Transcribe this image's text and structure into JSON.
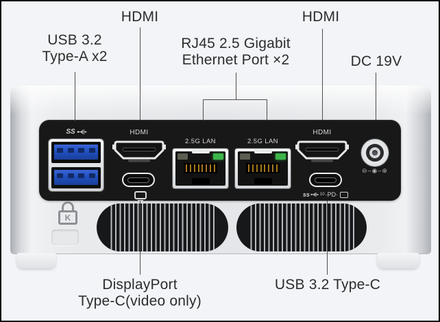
{
  "title": "Mini PC rear I/O ports diagram",
  "colors": {
    "background": "#f2f4f8",
    "panel_black": "#181818",
    "chassis_silver": "#e6e8ea",
    "usb_blue": "#2050c0",
    "lan_led_green": "#3cb54a",
    "callout_text": "#2d2d2d",
    "port_label_text": "#d6d6d6",
    "leader_line": "#4d4d4d"
  },
  "callouts": {
    "usb_a": {
      "line1": "USB 3.2",
      "line2": "Type-A x2"
    },
    "hdmi_left": {
      "label": "HDMI"
    },
    "ethernet": {
      "line1": "RJ45 2.5 Gigabit",
      "line2": "Ethernet Port ×2"
    },
    "hdmi_right": {
      "label": "HDMI"
    },
    "dc_power": {
      "label": "DC 19V"
    },
    "displayport_typec": {
      "line1": "DisplayPort",
      "line2": "Type-C(video only)"
    },
    "usb_typec": {
      "label": "USB 3.2 Type-C"
    }
  },
  "panel_labels": {
    "usb_ss_logo": "SS",
    "hdmi_port_left": "HDMI",
    "lan_port_left": "2.5G LAN",
    "lan_port_right": "2.5G LAN",
    "hdmi_port_right": "HDMI",
    "usb_c_caption_ss": "ss",
    "usb_c_caption_speed": "10",
    "usb_c_caption_pd": "·PD·",
    "dc_polarity_glyphs": "⊖–◉–⊕",
    "kensington_letter": "K"
  }
}
